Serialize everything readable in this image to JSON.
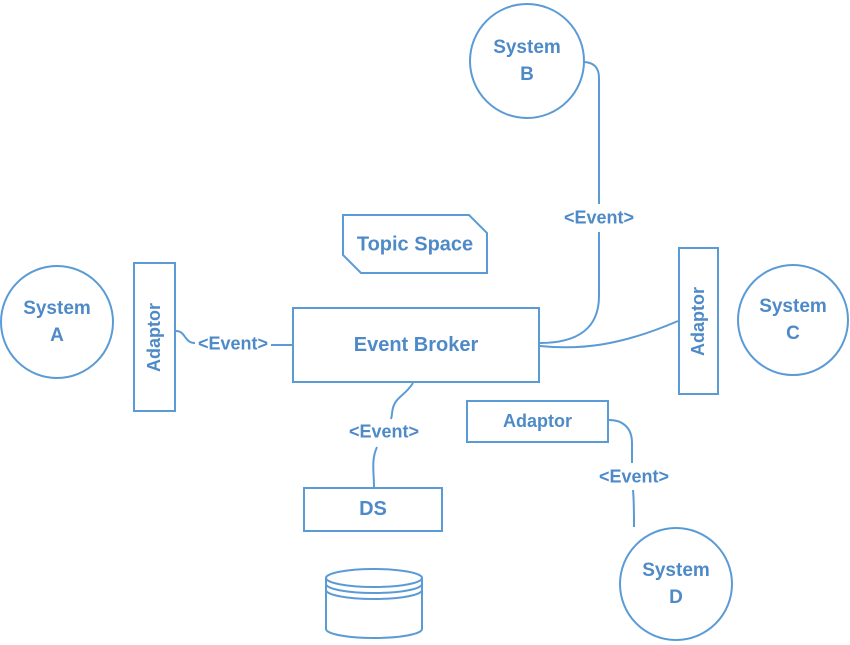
{
  "colors": {
    "stroke": "#5b9bd5",
    "text": "#4e8ac8",
    "background": "#ffffff"
  },
  "nodes": {
    "system_a": {
      "label": "System\nA",
      "shape": "circle"
    },
    "system_b": {
      "label": "System\nB",
      "shape": "circle"
    },
    "system_c": {
      "label": "System\nC",
      "shape": "circle"
    },
    "system_d": {
      "label": "System\nD",
      "shape": "circle"
    },
    "adaptor_left": {
      "label": "Adaptor",
      "shape": "rect-vertical"
    },
    "adaptor_right": {
      "label": "Adaptor",
      "shape": "rect-vertical"
    },
    "adaptor_bottom": {
      "label": "Adaptor",
      "shape": "rect"
    },
    "event_broker": {
      "label": "Event Broker",
      "shape": "rect"
    },
    "topic_space": {
      "label": "Topic Space",
      "shape": "card"
    },
    "ds": {
      "label": "DS",
      "shape": "rect"
    },
    "datastore": {
      "icon": "database-cylinder-icon"
    }
  },
  "edge_labels": {
    "a_to_broker": "<Event>",
    "broker_to_b": "<Event>",
    "broker_to_ds": "<Event>",
    "adaptor_to_d": "<Event>"
  }
}
